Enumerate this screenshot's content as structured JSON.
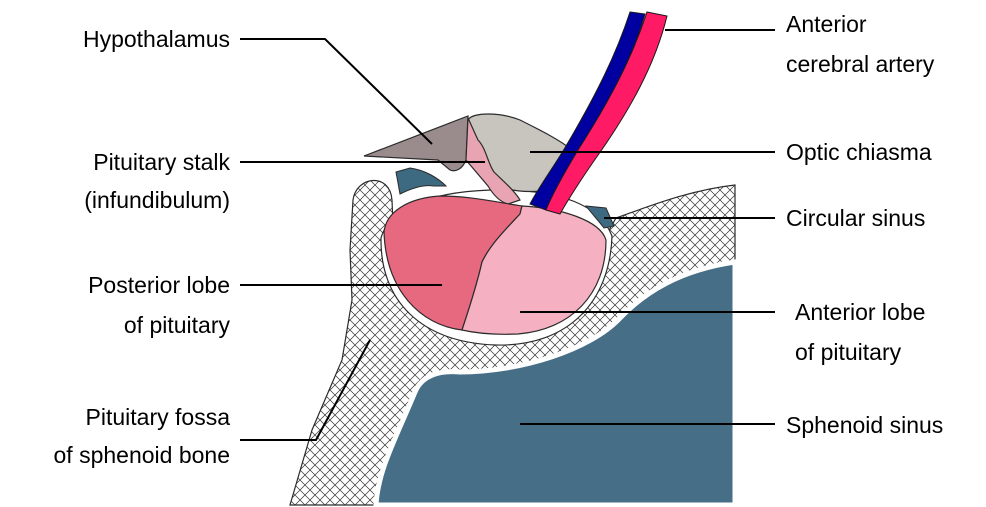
{
  "labels": {
    "hypothalamus": "Hypothalamus",
    "stalk_line1": "Pituitary stalk",
    "stalk_line2": "(infundibulum)",
    "posterior_line1": "Posterior lobe",
    "posterior_line2": "of pituitary",
    "fossa_line1": "Pituitary fossa",
    "fossa_line2": "of sphenoid bone",
    "artery_line1": "Anterior",
    "artery_line2": "cerebral artery",
    "chiasma": "Optic chiasma",
    "circular": "Circular sinus",
    "anterior_line1": "Anterior lobe",
    "anterior_line2": "of pituitary",
    "sphenoid": "Sphenoid sinus"
  },
  "colors": {
    "background": "#ffffff",
    "sphenoid_sinus": "#466e87",
    "bone_hatch": "#333333",
    "posterior_lobe": "#e6697f",
    "anterior_lobe": "#f5b0c2",
    "hypothalamus": "#9a8c8c",
    "optic_chiasma": "#c8c4be",
    "artery_blue": "#0000a0",
    "artery_red": "#ff1a66",
    "circular_sinus": "#3d6a80"
  }
}
